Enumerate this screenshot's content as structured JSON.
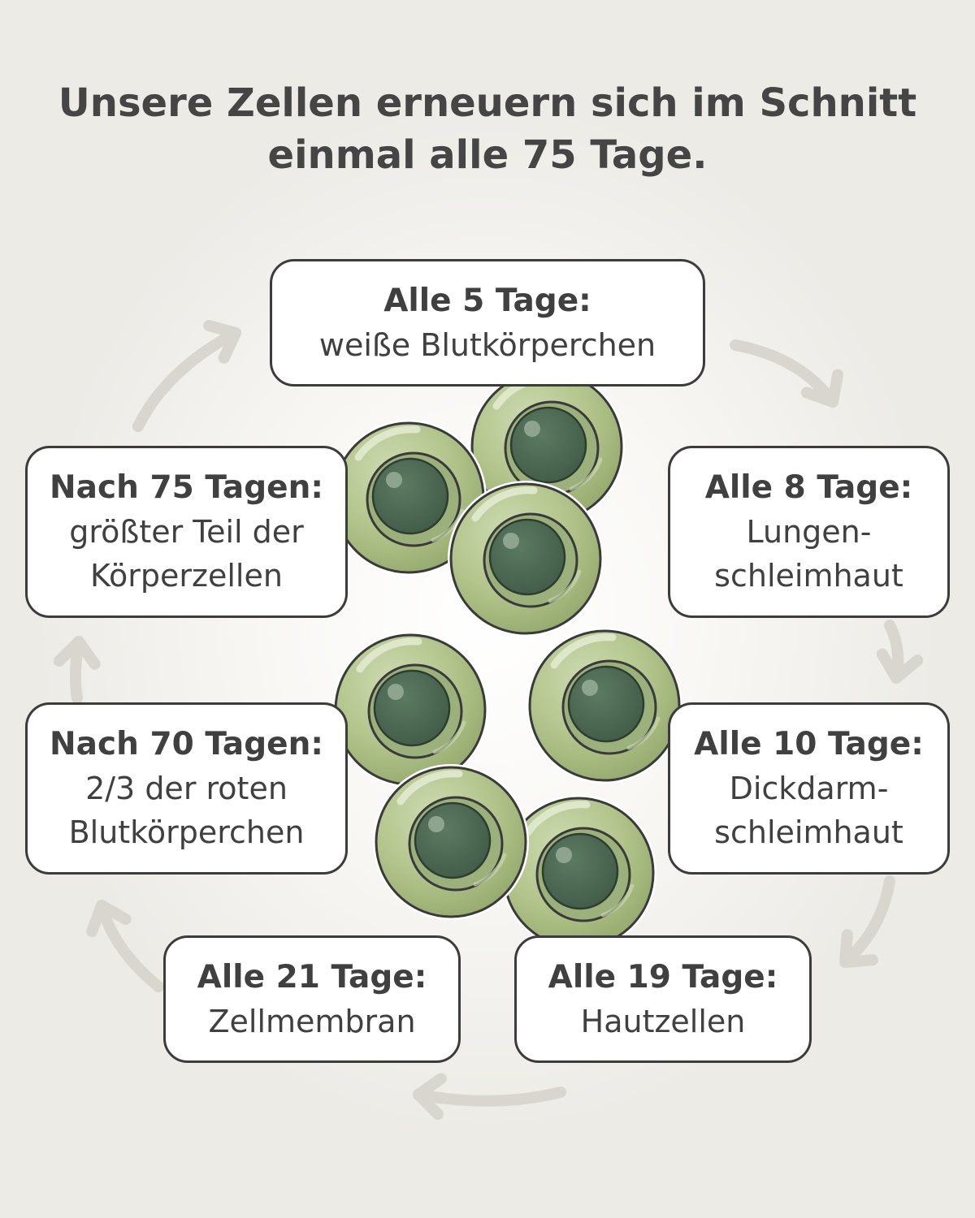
{
  "title": {
    "line1": "Unsere Zellen erneuern sich im Schnitt",
    "line2": "einmal alle 75 Tage."
  },
  "boxes": {
    "top": {
      "head": "Alle 5 Tage:",
      "lines": [
        "weiße Blutkörperchen"
      ]
    },
    "right1": {
      "head": "Alle 8 Tage:",
      "lines": [
        "Lungen-",
        "schleimhaut"
      ]
    },
    "right2": {
      "head": "Alle 10 Tage:",
      "lines": [
        "Dickdarm-",
        "schleimhaut"
      ]
    },
    "bottomRight": {
      "head": "Alle 19 Tage:",
      "lines": [
        "Hautzellen"
      ]
    },
    "bottomLeft": {
      "head": "Alle 21 Tage:",
      "lines": [
        "Zellmembran"
      ]
    },
    "left2": {
      "head": "Nach 70 Tagen:",
      "lines": [
        "2/3 der roten",
        "Blutkörperchen"
      ]
    },
    "left1": {
      "head": "Nach 75 Tagen:",
      "lines": [
        "größter Teil der",
        "Körperzellen"
      ]
    }
  },
  "colors": {
    "cell_outer": "#aebf85",
    "cell_nucleus": "#4f6b55",
    "arrow": "#d9d6cf",
    "box_border": "#3c3c3c"
  },
  "icons": {
    "cell": "cell-icon",
    "arrow": "curved-arrow-icon"
  }
}
